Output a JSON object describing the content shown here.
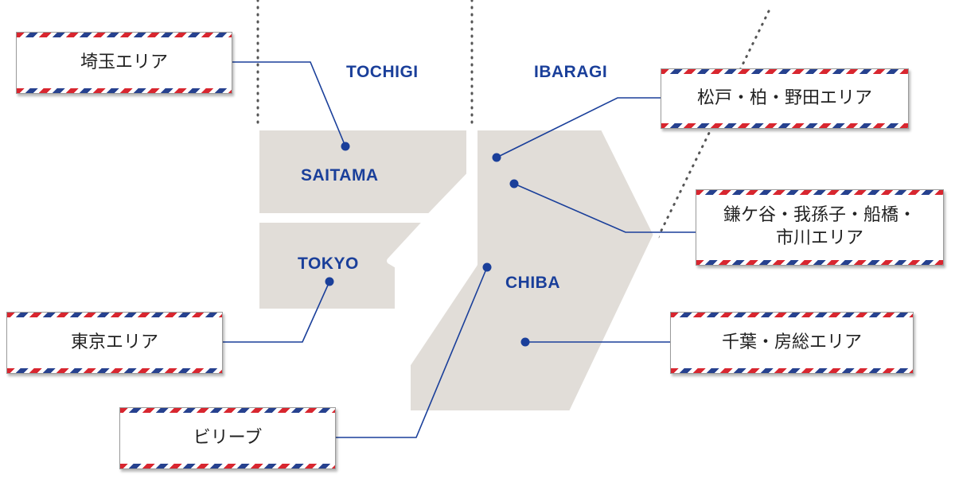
{
  "prefectures": {
    "tochigi": "TOCHIGI",
    "ibaragi": "IBARAGI",
    "saitama": "SAITAMA",
    "tokyo": "TOKYO",
    "chiba": "CHIBA"
  },
  "areas": {
    "saitama": {
      "label": "埼玉エリア"
    },
    "tokyo": {
      "label": "東京エリア"
    },
    "billive": {
      "label": "ビリーブ"
    },
    "matsudo": {
      "label": "松戸・柏・野田エリア"
    },
    "kamagaya": {
      "line1": "鎌ケ谷・我孫子・船橋・",
      "line2": "市川エリア"
    },
    "chiba": {
      "label": "千葉・房総エリア"
    }
  },
  "colors": {
    "region_fill": "#e1ddd8",
    "label_blue": "#1a3f9a",
    "line_blue": "#1a3f9a",
    "stripe_red": "#d8262f",
    "stripe_blue": "#26418f",
    "border_dots": "#555555"
  }
}
